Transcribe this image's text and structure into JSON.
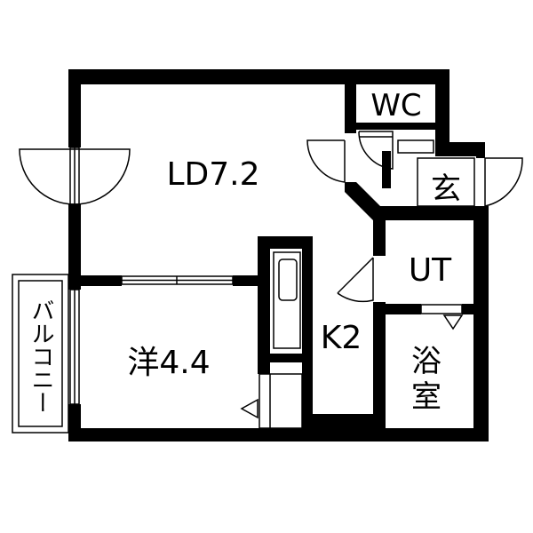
{
  "rooms": {
    "living_dining": "LD7.2",
    "western_room": "洋4.4",
    "kitchen": "K2",
    "toilet": "WC",
    "entrance": "玄",
    "utility": "UT",
    "bath_line1": "浴",
    "bath_line2": "室",
    "balcony": "バルコニー"
  },
  "colors": {
    "wall": "#000000",
    "background": "#ffffff"
  }
}
